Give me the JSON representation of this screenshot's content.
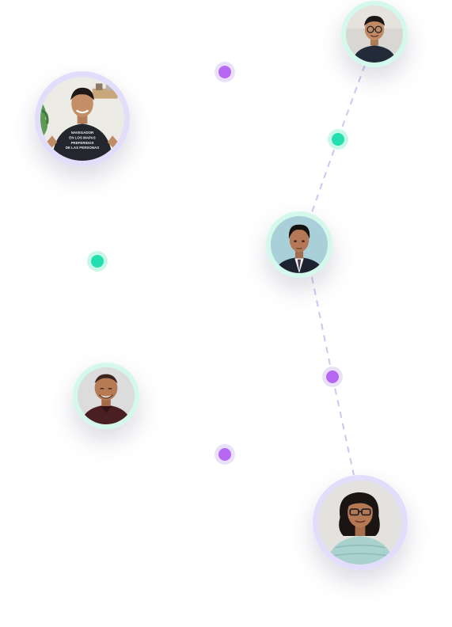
{
  "colors": {
    "connector": "#cfc5f3",
    "purple_dot": "#b867f2",
    "green_dot": "#21dfae",
    "ring_lavender": "#e2ddfb",
    "ring_mint": "#d4f8ec"
  },
  "profiles": [
    {
      "id": "person-top-right",
      "depiction": "man with glasses, dark shirt"
    },
    {
      "id": "person-top-left",
      "depiction": "man in dark t-shirt with printed text"
    },
    {
      "id": "person-center",
      "depiction": "man in suit and tie"
    },
    {
      "id": "person-bottom-left",
      "depiction": "smiling bald man in maroon shirt"
    },
    {
      "id": "person-bottom-right",
      "depiction": "woman with glasses and curly hair"
    }
  ],
  "tshirt_print": [
    "NAVEGADOR",
    "EN LOS MAPAS",
    "PREFERIDOS",
    "DE LAS PERSONAS"
  ]
}
